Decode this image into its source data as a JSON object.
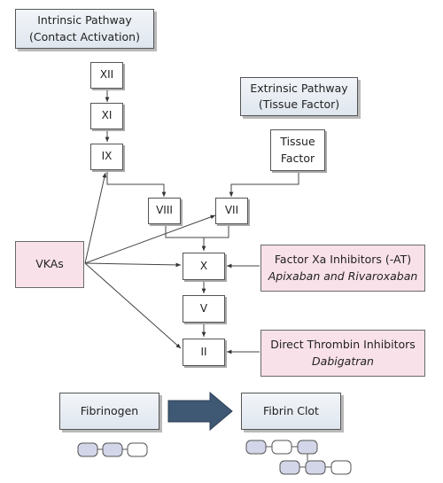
{
  "intrinsic": {
    "line1": "Intrinsic Pathway",
    "line2": "(Contact Activation)"
  },
  "extrinsic": {
    "line1": "Extrinsic Pathway",
    "line2": "(Tissue Factor)"
  },
  "tissue_factor": {
    "line1": "Tissue",
    "line2": "Factor"
  },
  "factors": {
    "xii": "XII",
    "xi": "XI",
    "ix": "IX",
    "viii": "VIII",
    "vii": "VII",
    "x": "X",
    "v": "V",
    "ii": "II"
  },
  "vkas": "VKAs",
  "xa_inhibitors": {
    "line1": "Factor Xa Inhibitors (-AT)",
    "line2": "Apixaban and Rivaroxaban"
  },
  "thrombin_inhibitors": {
    "line1": "Direct Thrombin Inhibitors",
    "line2": "Dabigatran"
  },
  "fibrinogen": "Fibrinogen",
  "fibrin_clot": "Fibrin Clot",
  "colors": {
    "pathway_fill": "#e6ecf2",
    "drug_fill": "#f9e1e9",
    "big_arrow": "#3f5873",
    "chain_fill": "#d3d6e8"
  }
}
